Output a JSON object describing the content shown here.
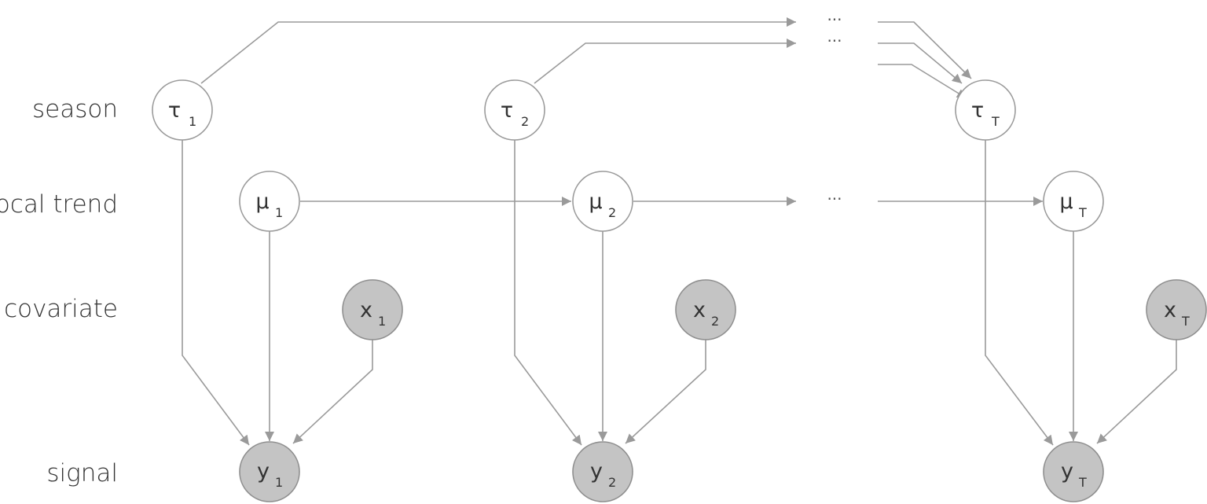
{
  "rows": {
    "season": "season",
    "local_trend": "local trend",
    "covariate": "covariate",
    "signal": "signal"
  },
  "ellipsis": "···",
  "nodes": {
    "tau1": {
      "sym": "τ",
      "sub": "1"
    },
    "tau2": {
      "sym": "τ",
      "sub": "2"
    },
    "tauT": {
      "sym": "τ",
      "sub": "T"
    },
    "mu1": {
      "sym": "μ",
      "sub": "1"
    },
    "mu2": {
      "sym": "μ",
      "sub": "2"
    },
    "muT": {
      "sym": "μ",
      "sub": "T"
    },
    "x1": {
      "sym": "x",
      "sub": "1"
    },
    "x2": {
      "sym": "x",
      "sub": "2"
    },
    "xT": {
      "sym": "x",
      "sub": "T"
    },
    "y1": {
      "sym": "y",
      "sub": "1"
    },
    "y2": {
      "sym": "y",
      "sub": "2"
    },
    "yT": {
      "sym": "y",
      "sub": "T"
    }
  }
}
